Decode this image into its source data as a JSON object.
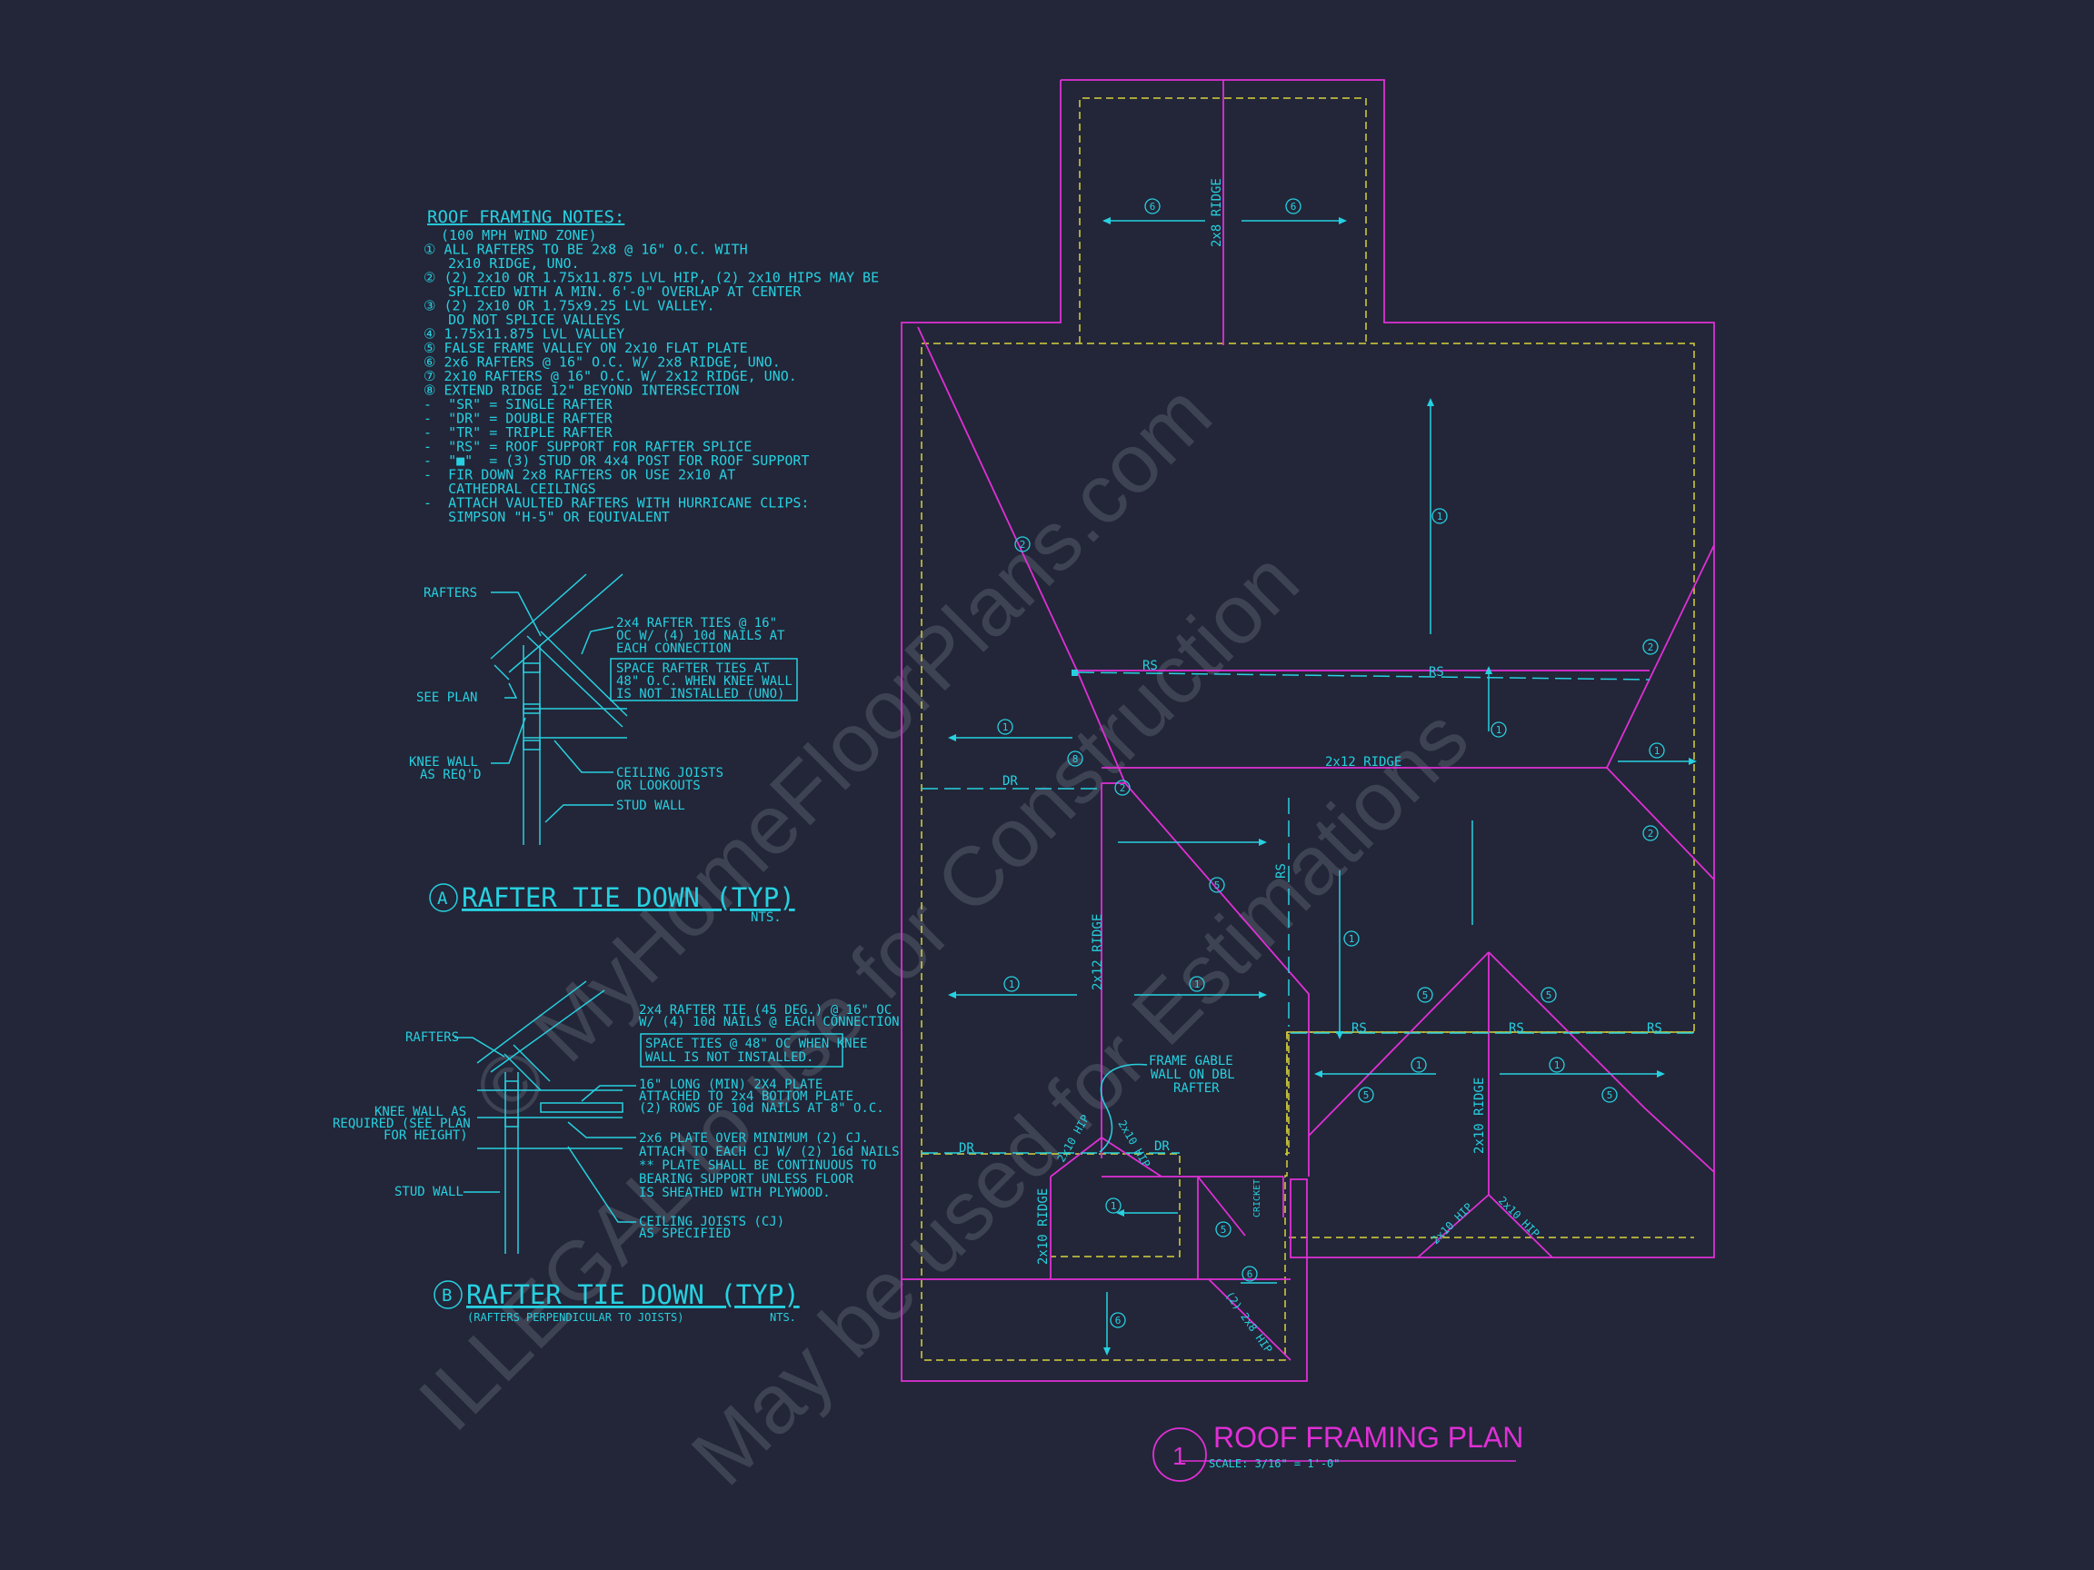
{
  "colors": {
    "background": "#222638",
    "cyan": "#27d0e0",
    "magenta": "#e02fd6",
    "yellow": "#d7d23a",
    "watermark": "#565b6c"
  },
  "watermark": {
    "line1": "© MyHomeFloorPlans.com",
    "line2": "ILLEGAL to use for Construction",
    "line3": "May be used for Estimations"
  },
  "notes": {
    "title": "ROOF FRAMING NOTES:",
    "lines": [
      "(100 MPH WIND ZONE)",
      "① ALL RAFTERS TO BE 2x8 @ 16\" O.C. WITH",
      "   2x10 RIDGE, UNO.",
      "② (2) 2x10 OR 1.75x11.875 LVL HIP, (2) 2x10 HIPS MAY BE",
      "   SPLICED WITH A MIN. 6'-0\" OVERLAP AT CENTER",
      "③ (2) 2x10 OR 1.75x9.25 LVL VALLEY.",
      "   DO NOT SPLICE VALLEYS",
      "④ 1.75x11.875 LVL VALLEY",
      "⑤ FALSE FRAME VALLEY ON 2x10 FLAT PLATE",
      "⑥ 2x6 RAFTERS @ 16\" O.C. W/ 2x8 RIDGE, UNO.",
      "⑦ 2x10 RAFTERS @ 16\" O.C. W/ 2x12 RIDGE, UNO.",
      "⑧ EXTEND RIDGE 12\" BEYOND INTERSECTION",
      "-  \"SR\" = SINGLE RAFTER",
      "-  \"DR\" = DOUBLE RAFTER",
      "-  \"TR\" = TRIPLE RAFTER",
      "-  \"RS\" = ROOF SUPPORT FOR RAFTER SPLICE",
      "-  \"■\"  = (3) STUD OR 4x4 POST FOR ROOF SUPPORT",
      "-  FIR DOWN 2x8 RAFTERS OR USE 2x10 AT",
      "   CATHEDRAL CEILINGS",
      "-  ATTACH VAULTED RAFTERS WITH HURRICANE CLIPS:",
      "   SIMPSON \"H-5\" OR EQUIVALENT"
    ]
  },
  "detailA": {
    "letter": "A",
    "title": "RAFTER TIE DOWN (TYP)",
    "scale": "NTS.",
    "rafters": "RAFTERS",
    "see_plan": "SEE PLAN",
    "knee_wall": [
      "KNEE WALL",
      "AS REQ'D"
    ],
    "rafter_ties": [
      "2x4 RAFTER TIES @ 16\"",
      "OC W/ (4) 10d NAILS AT",
      "EACH CONNECTION"
    ],
    "space_box": [
      "SPACE RAFTER TIES AT",
      "48\" O.C. WHEN KNEE WALL",
      "IS NOT INSTALLED (UNO)"
    ],
    "ceiling_joists": [
      "CEILING JOISTS",
      "OR LOOKOUTS"
    ],
    "stud_wall": "STUD WALL"
  },
  "detailB": {
    "letter": "B",
    "title": "RAFTER TIE DOWN (TYP)",
    "subtitle": "(RAFTERS PERPENDICULAR TO JOISTS)",
    "scale": "NTS.",
    "rafters": "RAFTERS",
    "knee_wall": [
      "KNEE WALL AS",
      "REQUIRED (SEE PLAN",
      "FOR HEIGHT)"
    ],
    "stud_wall": "STUD WALL",
    "rafter_tie": [
      "2x4 RAFTER TIE (45 DEG.) @ 16\" OC",
      "W/ (4) 10d NAILS @ EACH CONNECTION"
    ],
    "space_box": [
      "SPACE TIES @ 48\" OC WHEN KNEE",
      "WALL IS NOT INSTALLED."
    ],
    "plate": [
      "16\" LONG (MIN) 2X4 PLATE",
      "ATTACHED TO 2x4 BOTTOM PLATE",
      "(2) ROWS OF 10d NAILS AT 8\" O.C."
    ],
    "plate2": [
      "2x6 PLATE OVER MINIMUM (2) CJ.",
      "ATTACH TO EACH CJ W/ (2) 16d NAILS",
      "** PLATE SHALL BE CONTINUOUS TO",
      "BEARING SUPPORT UNLESS FLOOR",
      "IS SHEATHED WITH PLYWOOD."
    ],
    "ceiling_joists": [
      "CEILING JOISTS (CJ)",
      "AS SPECIFIED"
    ]
  },
  "plan": {
    "number": "1",
    "title": "ROOF FRAMING PLAN",
    "scale": "SCALE: 3/16\" = 1'-0\"",
    "ridge_2x8": "2x8 RIDGE",
    "ridge_2x12_h": "2x12 RIDGE",
    "ridge_2x12_v": "2x12 RIDGE",
    "ridge_2x10_a": "2x10 RIDGE",
    "ridge_2x10_b": "2x10 RIDGE",
    "rs": "RS",
    "dr": "DR",
    "hip": "2x10 HIP",
    "hip_2x8": "(2) 2x8 HIP",
    "cricket": "CRICKET",
    "frame_gable": [
      "FRAME GABLE",
      "WALL ON DBL",
      "RAFTER"
    ],
    "tags": {
      "one": "1",
      "two": "2",
      "five": "5",
      "six": "6",
      "eight": "8"
    }
  }
}
